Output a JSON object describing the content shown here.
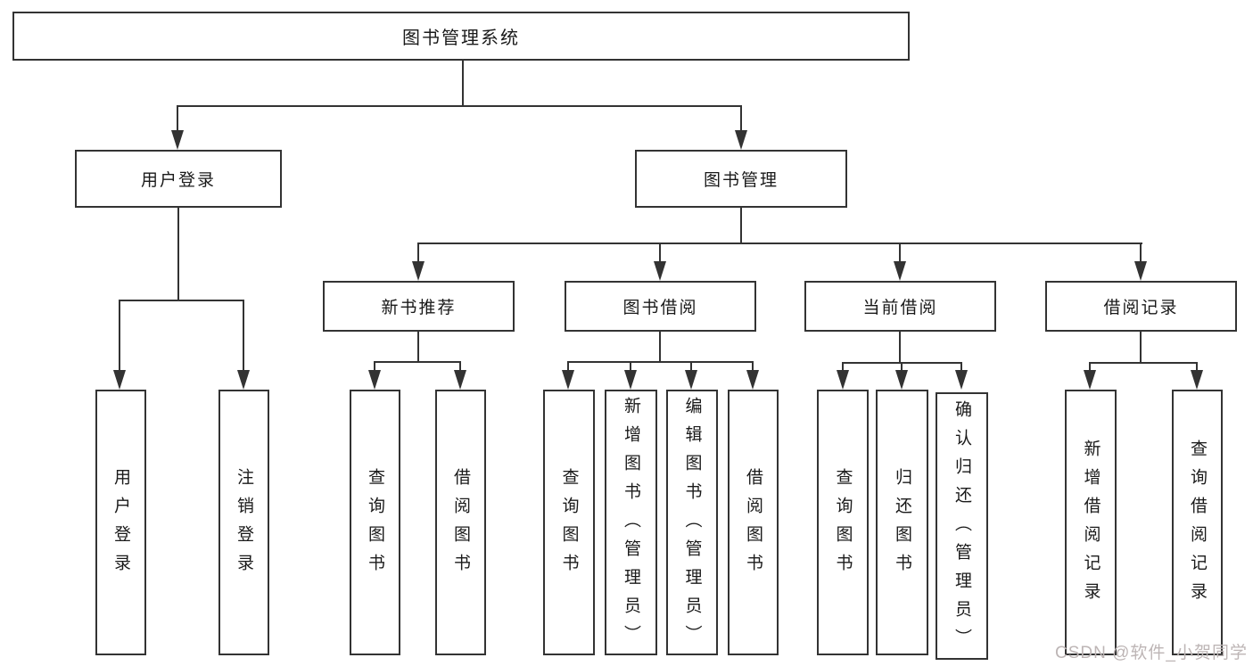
{
  "tree": {
    "root": {
      "label": "图书管理系统"
    },
    "children": [
      {
        "label": "用户登录",
        "children": [
          {
            "label": "用户登录"
          },
          {
            "label": "注销登录"
          }
        ]
      },
      {
        "label": "图书管理",
        "children": [
          {
            "label": "新书推荐",
            "children": [
              {
                "label": "查询图书"
              },
              {
                "label": "借阅图书"
              }
            ]
          },
          {
            "label": "图书借阅",
            "children": [
              {
                "label": "查询图书"
              },
              {
                "label": "新增图书（管理员）"
              },
              {
                "label": "编辑图书（管理员）"
              },
              {
                "label": "借阅图书"
              }
            ]
          },
          {
            "label": "当前借阅",
            "children": [
              {
                "label": "查询图书"
              },
              {
                "label": "归还图书"
              },
              {
                "label": "确认归还（管理员）"
              }
            ]
          },
          {
            "label": "借阅记录",
            "children": [
              {
                "label": "新增借阅记录"
              },
              {
                "label": "查询借阅记录"
              }
            ]
          }
        ]
      }
    ]
  },
  "watermark": {
    "text": "CSDN @软件_小贺同学"
  },
  "colors": {
    "line": "#333333",
    "text": "#1a1a1a",
    "background": "#ffffff",
    "watermark": "#bdb5b5"
  }
}
